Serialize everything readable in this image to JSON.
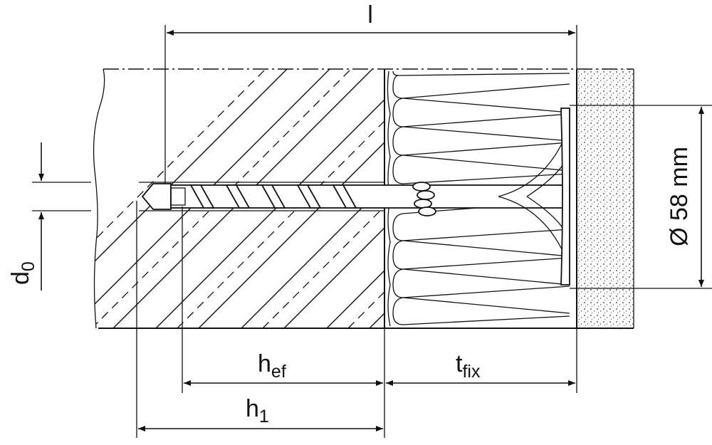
{
  "dimensions": {
    "overall_length": "l",
    "effective_anchorage": {
      "base": "h",
      "sub": "ef"
    },
    "drill_depth": {
      "base": "h",
      "sub": "1"
    },
    "fixture_thickness": {
      "base": "t",
      "sub": "fix"
    },
    "drill_diameter": {
      "base": "d",
      "sub": "0"
    },
    "plate_diameter": "Ø 58 mm"
  }
}
